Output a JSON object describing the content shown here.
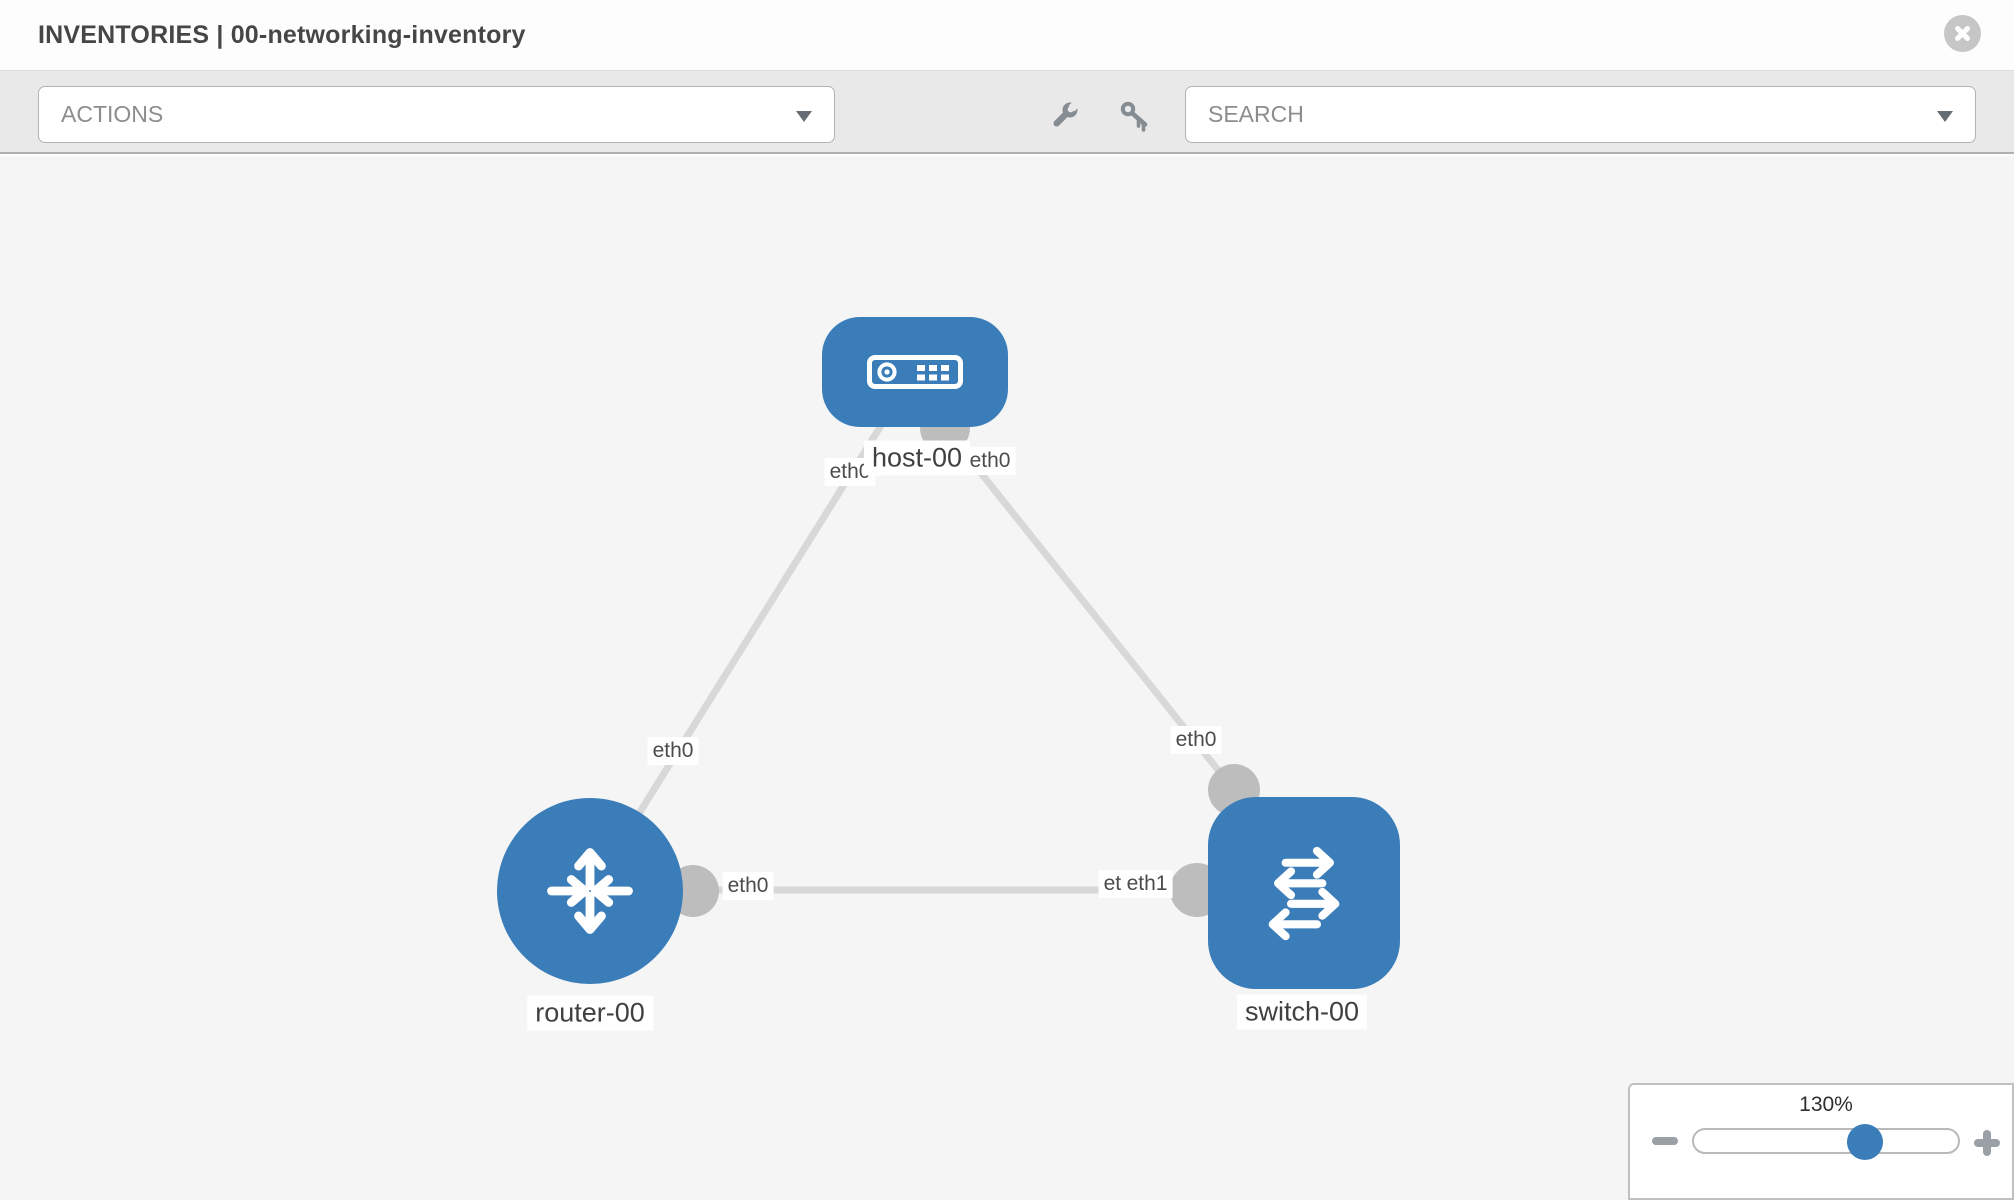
{
  "header": {
    "title": "INVENTORIES | 00-networking-inventory"
  },
  "toolbar": {
    "actions_label": "ACTIONS",
    "search_placeholder": "SEARCH"
  },
  "icons": {
    "close": "x-circle-icon",
    "wrench": "wrench-icon",
    "key": "key-icon",
    "dropdown_caret": "chevron-down-icon",
    "zoom_out": "minus-icon",
    "zoom_in": "plus-icon"
  },
  "topology": {
    "nodes": [
      {
        "id": "host-00",
        "type": "host",
        "label": "host-00"
      },
      {
        "id": "router-00",
        "type": "router",
        "label": "router-00"
      },
      {
        "id": "switch-00",
        "type": "switch",
        "label": "switch-00"
      }
    ],
    "links": [
      {
        "from": "host-00",
        "from_iface": "eth0",
        "to": "router-00",
        "to_iface": "eth0"
      },
      {
        "from": "host-00",
        "from_iface": "eth0",
        "to": "switch-00",
        "to_iface": "eth0"
      },
      {
        "from": "router-00",
        "from_iface": "eth0",
        "to": "switch-00",
        "to_iface": "eth1",
        "to_iface_overlapped": "eth0"
      }
    ]
  },
  "zoom": {
    "level": "130%"
  },
  "colors": {
    "node_blue": "#3a7db9",
    "interface_gray": "#bdbdbd",
    "edge_gray": "#d8d8d8",
    "canvas_bg": "#f5f5f6",
    "toolbar_bg": "#e9e9e9",
    "chip_text": "#4c4c4c"
  }
}
